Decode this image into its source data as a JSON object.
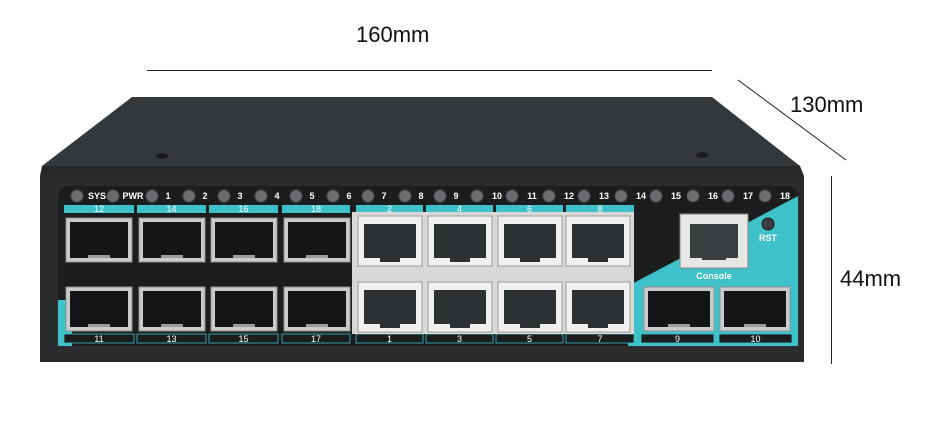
{
  "dimensions": {
    "width": "160mm",
    "depth": "130mm",
    "height": "44mm"
  },
  "led_labels": [
    "SYS",
    "PWR",
    "1",
    "2",
    "3",
    "4",
    "5",
    "6",
    "7",
    "8",
    "9",
    "10",
    "11",
    "12",
    "13",
    "14",
    "15",
    "16",
    "17",
    "18"
  ],
  "sfp_top_labels": [
    "12",
    "14",
    "16",
    "18"
  ],
  "sfp_bottom_labels": [
    "11",
    "13",
    "15",
    "17"
  ],
  "rj45_top_labels": [
    "2",
    "4",
    "6",
    "8"
  ],
  "rj45_bottom_labels": [
    "1",
    "3",
    "5",
    "7"
  ],
  "right_sfp_labels": [
    "9",
    "10"
  ],
  "console_label": "Console",
  "reset_label": "RST",
  "colors": {
    "body": "#2d3033",
    "panel": "#1c1e20",
    "accent": "#3fc1c9"
  }
}
